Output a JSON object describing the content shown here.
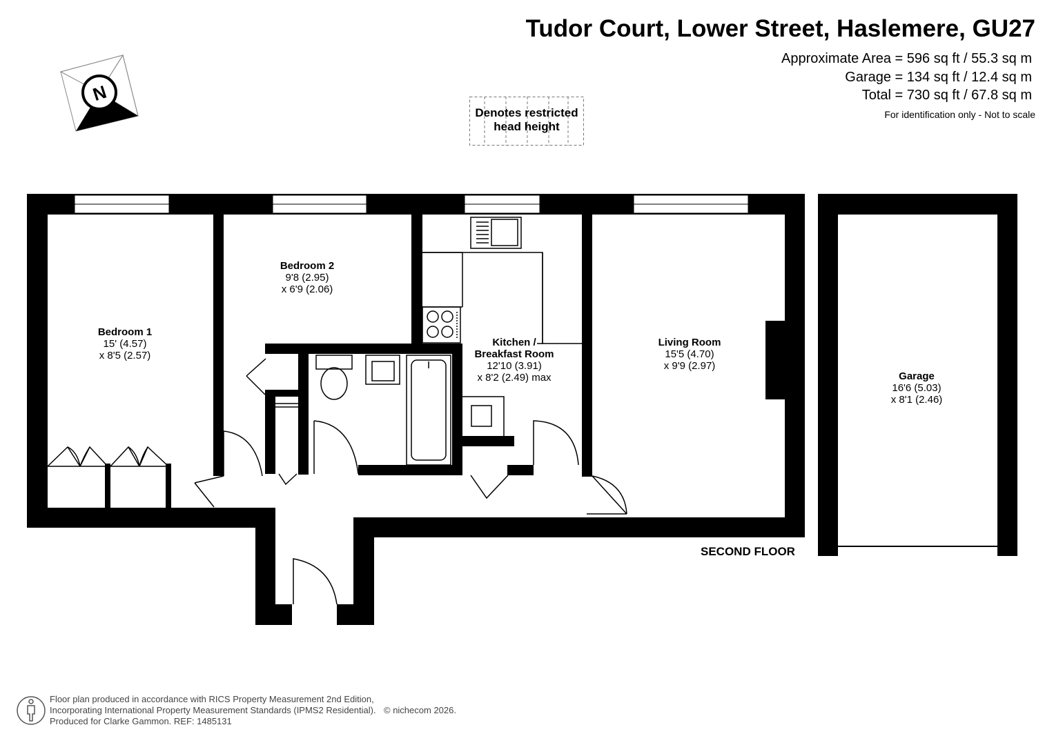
{
  "header": {
    "title": "Tudor Court, Lower Street, Haslemere, GU27",
    "approximate_area": "Approximate Area = 596 sq ft / 55.3 sq m",
    "garage_area": "Garage = 134 sq ft / 12.4 sq m",
    "total_area": "Total = 730 sq ft / 67.8 sq m",
    "disclaimer": "For identification only - Not to scale"
  },
  "legend": {
    "line1": "Denotes restricted",
    "line2": "head height"
  },
  "compass": {
    "label": "N"
  },
  "floor_label": "SECOND FLOOR",
  "rooms": {
    "bedroom1": {
      "name": "Bedroom 1",
      "dim1": "15' (4.57)",
      "dim2": "x 8'5 (2.57)"
    },
    "bedroom2": {
      "name": "Bedroom 2",
      "dim1": "9'8 (2.95)",
      "dim2": "x 6'9 (2.06)"
    },
    "kitchen": {
      "name": "Kitchen /",
      "name2": "Breakfast Room",
      "dim1": "12'10 (3.91)",
      "dim2": "x 8'2 (2.49) max"
    },
    "living": {
      "name": "Living Room",
      "dim1": "15'5 (4.70)",
      "dim2": "x 9'9 (2.97)"
    },
    "garage": {
      "name": "Garage",
      "dim1": "16'6 (5.03)",
      "dim2": "x 8'1 (2.46)"
    }
  },
  "footer": {
    "line1": "Floor plan produced in accordance with RICS Property Measurement 2nd Edition,",
    "line2": "Incorporating International Property Measurement Standards (IPMS2 Residential).",
    "line3": "Produced for Clarke Gammon.   REF:  1485131",
    "copyright": "© nichecom 2026."
  },
  "colors": {
    "wall": "#000000",
    "background": "#ffffff",
    "fixture": "#000000"
  }
}
